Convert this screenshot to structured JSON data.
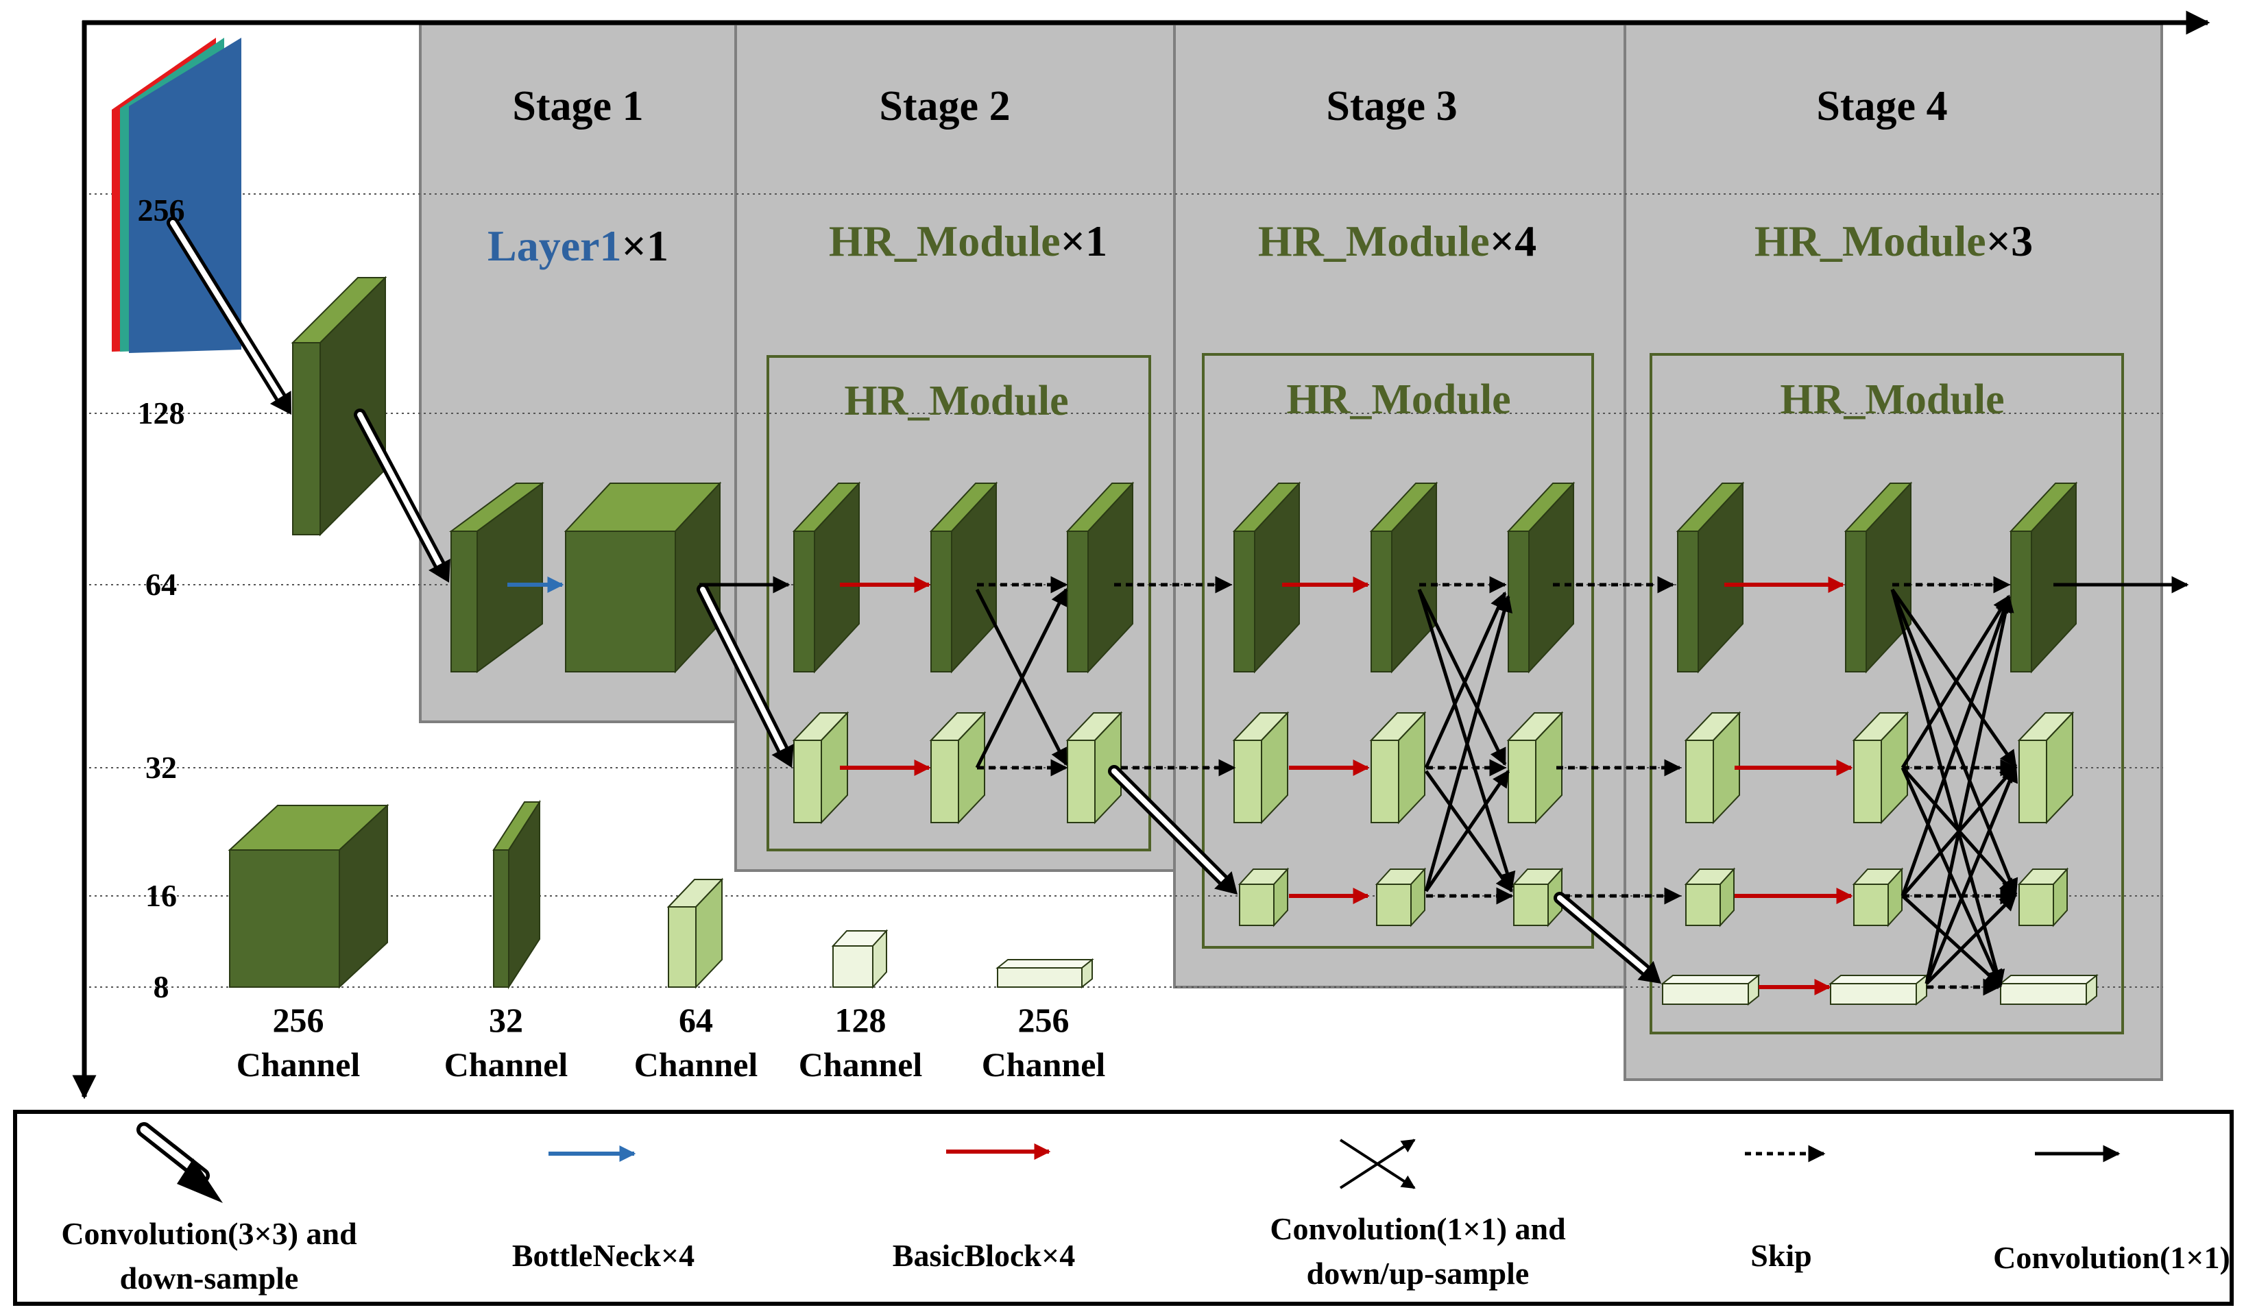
{
  "stages": [
    {
      "title": "Stage 1",
      "module_name": "Layer1",
      "module_repeat": "×1"
    },
    {
      "title": "Stage 2",
      "module_name": "HR_Module",
      "module_repeat": "×1"
    },
    {
      "title": "Stage 3",
      "module_name": "HR_Module",
      "module_repeat": "×4"
    },
    {
      "title": "Stage 4",
      "module_name": "HR_Module",
      "module_repeat": "×3"
    }
  ],
  "inner_module_label": "HR_Module",
  "resolution_levels": [
    "256",
    "128",
    "64",
    "32",
    "16",
    "8"
  ],
  "channel_examples": [
    {
      "value": "256",
      "unit": "Channel"
    },
    {
      "value": "32",
      "unit": "Channel"
    },
    {
      "value": "64",
      "unit": "Channel"
    },
    {
      "value": "128",
      "unit": "Channel"
    },
    {
      "value": "256",
      "unit": "Channel"
    }
  ],
  "legend": [
    {
      "icon": "double-line-arrow-icon",
      "line1": "Convolution(3×3) and",
      "line2": "down-sample"
    },
    {
      "icon": "blue-arrow-icon",
      "line1": "BottleNeck×4",
      "line2": ""
    },
    {
      "icon": "red-arrow-icon",
      "line1": "BasicBlock×4",
      "line2": ""
    },
    {
      "icon": "crossing-arrows-icon",
      "line1": "Convolution(1×1) and",
      "line2": "down/up-sample"
    },
    {
      "icon": "dashed-arrow-icon",
      "line1": "Skip",
      "line2": ""
    },
    {
      "icon": "solid-arrow-icon",
      "line1": "Convolution(1×1)",
      "line2": ""
    }
  ],
  "colors": {
    "stage_fill": "#bfbfbf",
    "module_border": "#4f6228",
    "text_green": "#4f6228",
    "text_blue": "#2e62a0",
    "dark_front": "#4e6a2c",
    "dark_top": "#7ea344",
    "dark_side": "#3b4d20",
    "light_front": "#c5dd9c",
    "light_top": "#dcebc0",
    "light_side": "#a7c77a",
    "pale_front": "#eef5e0",
    "pale_top": "#f6faee",
    "pale_side": "#d9e8c0",
    "red_arrow": "#c00000",
    "blue_arrow": "#2e6fb4"
  }
}
